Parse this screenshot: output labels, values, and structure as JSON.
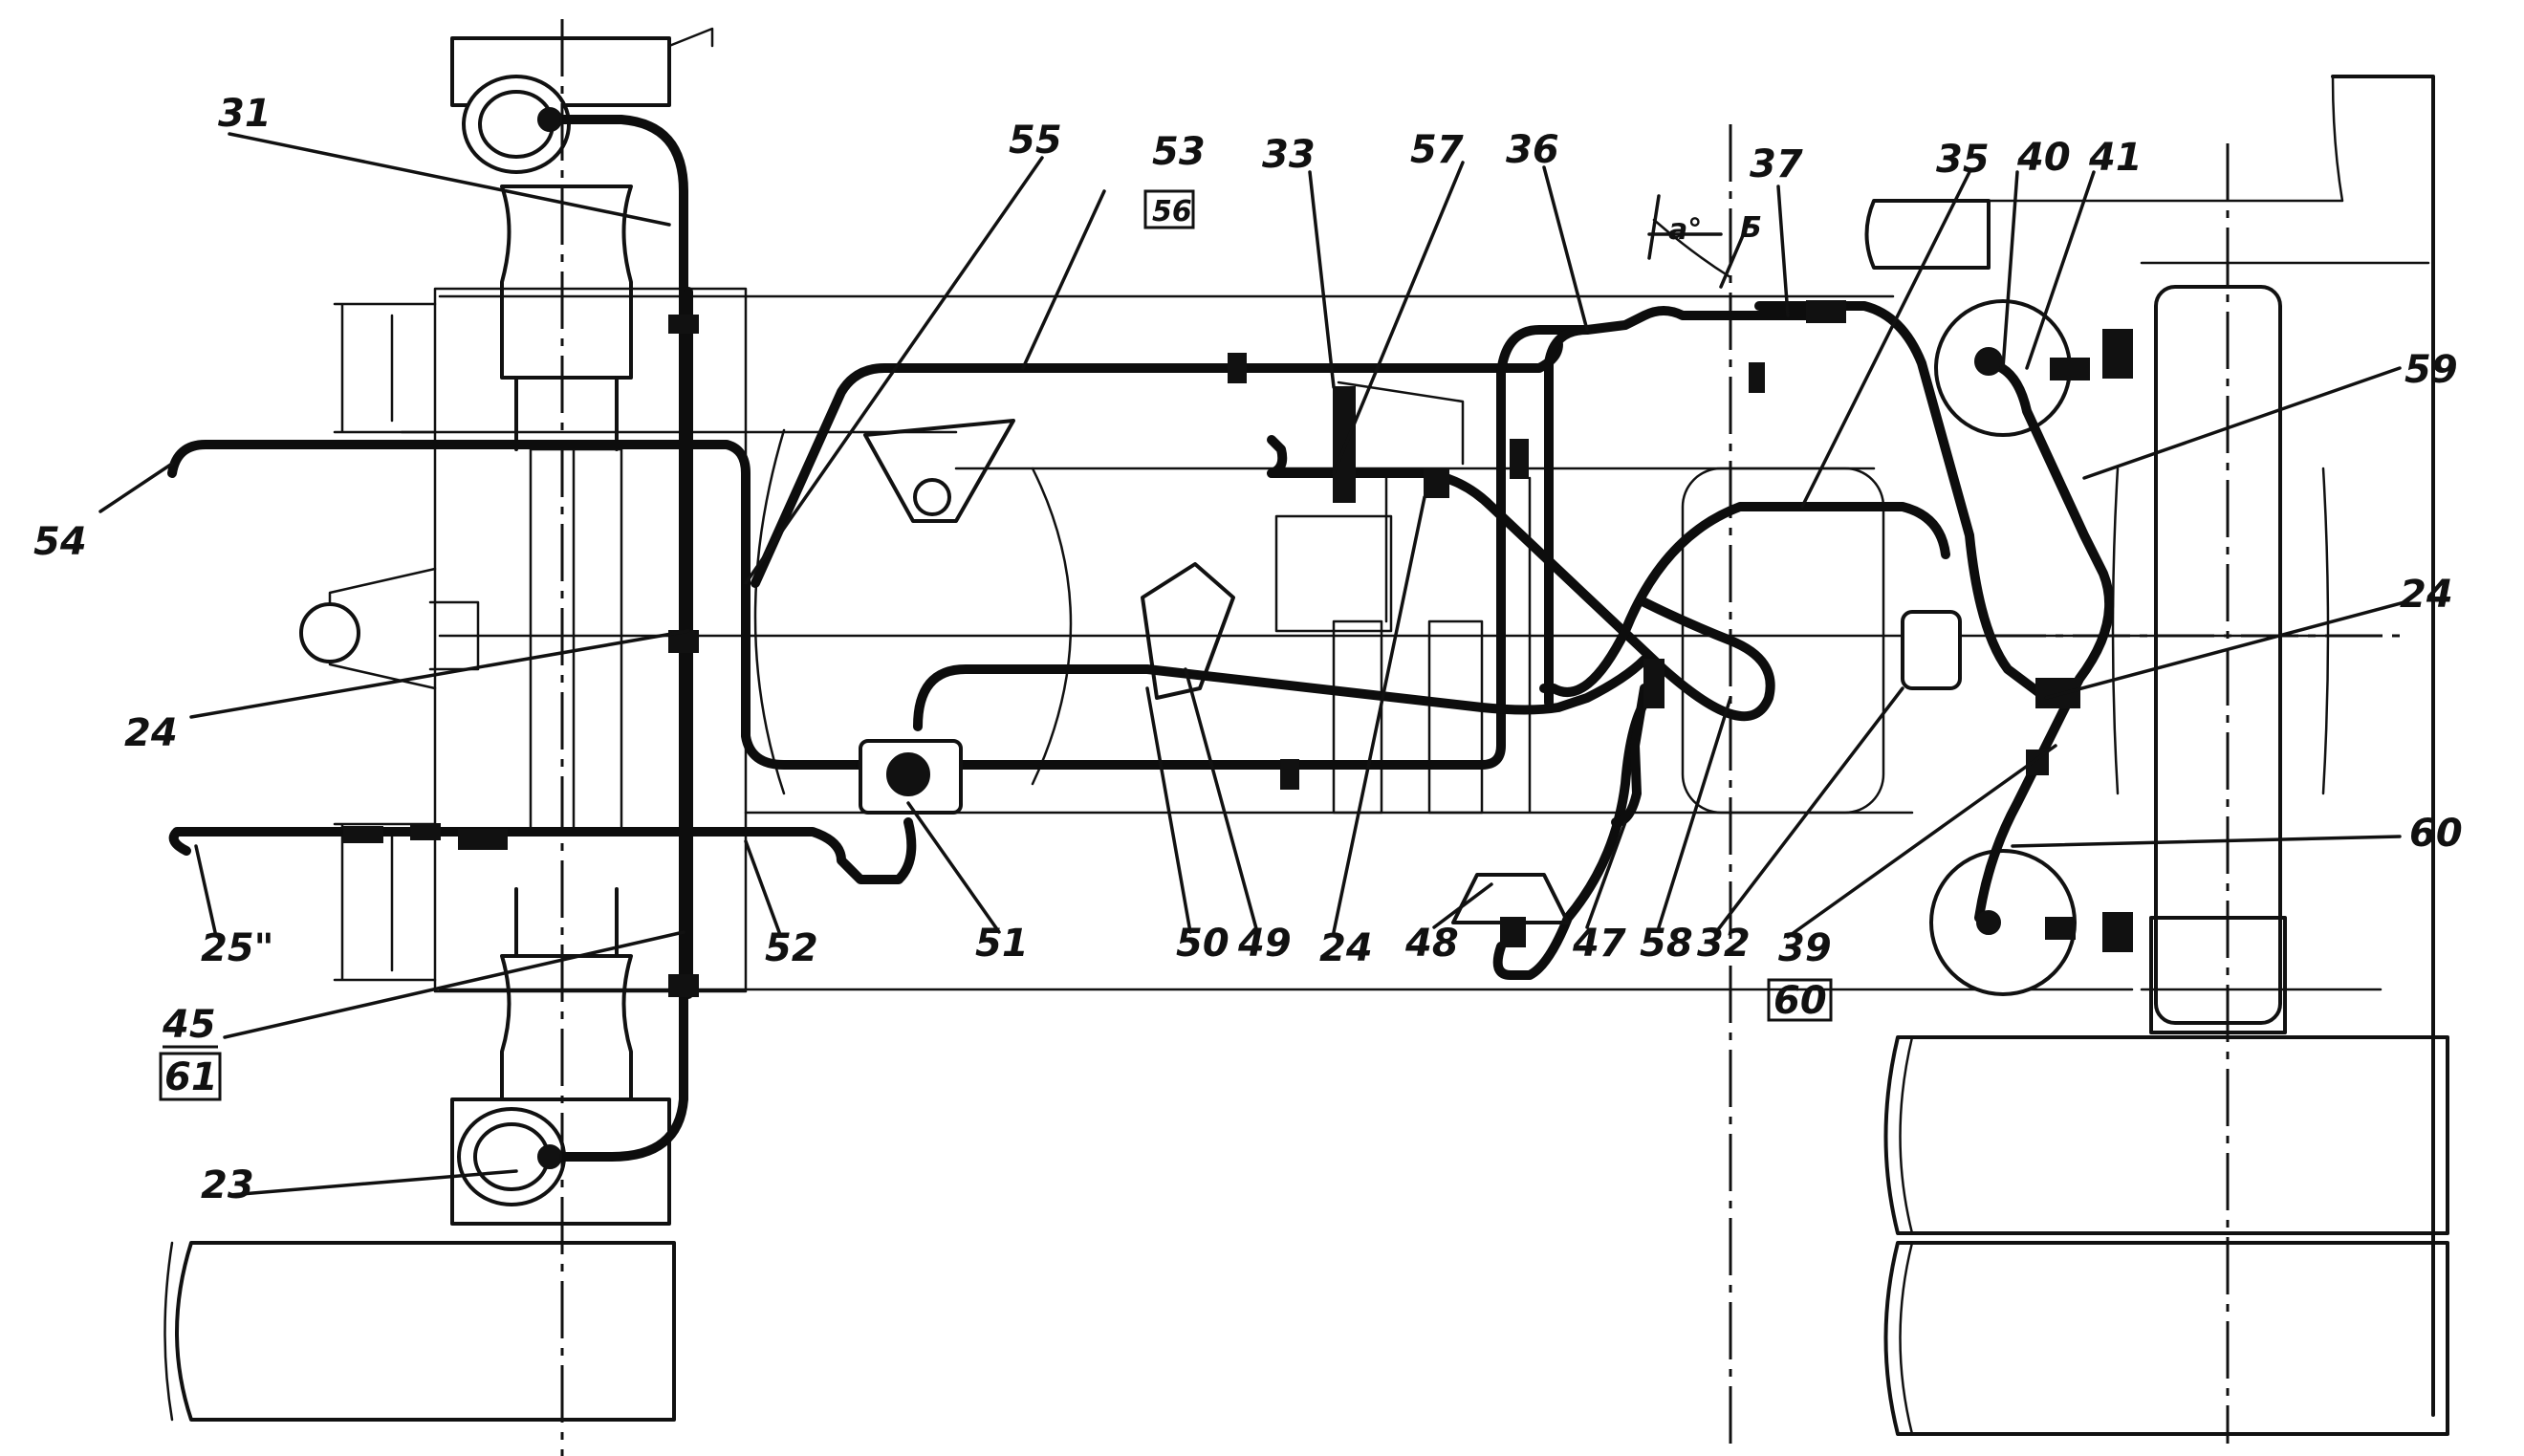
{
  "labels": {
    "l31": "31",
    "l55": "55",
    "l53": "53",
    "l56": "56",
    "l33": "33",
    "l57": "57",
    "l36": "36",
    "l37": "37",
    "l35": "35",
    "l40": "40",
    "l41": "41",
    "l59": "59",
    "l54": "54",
    "l24a": "24",
    "l24b": "24",
    "l24c": "24",
    "l25": "25\"",
    "l52": "52",
    "l51": "51",
    "l50": "50",
    "l49": "49",
    "l48": "48",
    "l47": "47",
    "l58": "58",
    "l32": "32",
    "l39": "39",
    "l60a": "60",
    "l60b": "60",
    "l45": "45",
    "l61": "61",
    "l23": "23",
    "la": "a°",
    "lb": "Б"
  }
}
